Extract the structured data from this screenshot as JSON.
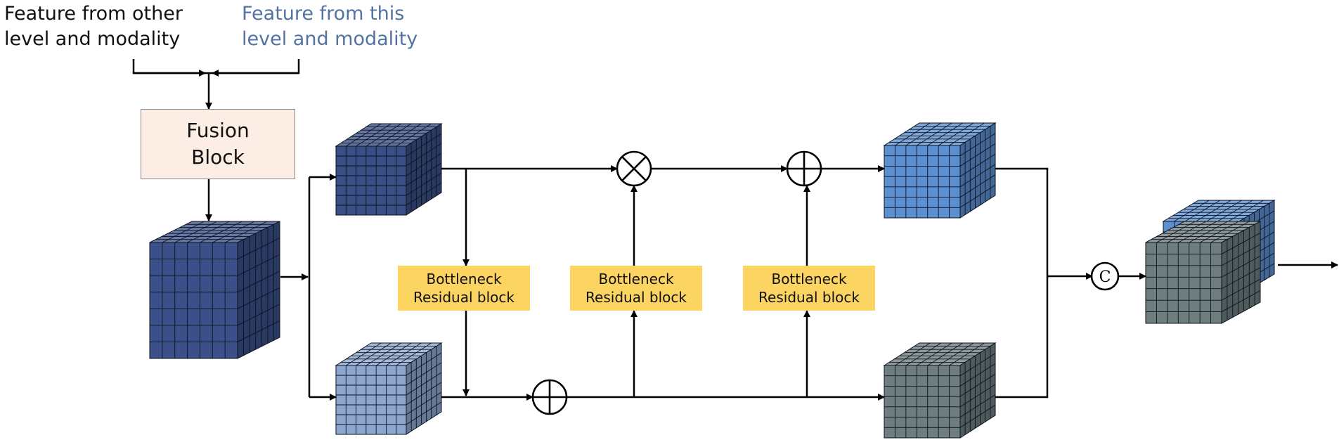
{
  "inputs": {
    "other_line1": "Feature from other",
    "other_line2": "level and modality",
    "this_line1": "Feature from this",
    "this_line2": "level and modality",
    "other_color": "#111111",
    "this_color": "#5373a3"
  },
  "fusion_block": {
    "line1": "Fusion",
    "line2": "Block",
    "fill": "#fdeee5"
  },
  "residual_blocks": [
    {
      "line1": "Bottleneck",
      "line2": "Residual block"
    },
    {
      "line1": "Bottleneck",
      "line2": "Residual block"
    },
    {
      "line1": "Bottleneck",
      "line2": "Residual block"
    }
  ],
  "residual_block_fill": "#fcd462",
  "operators": {
    "multiply": "⊗",
    "add": "⊕",
    "concat": "C"
  },
  "cube_colors": {
    "dark_blue": "#3b4f88",
    "medium_blue": "#3a4f86",
    "light_blue": "#8da7cf",
    "bright_blue": "#5b8fd0",
    "gray": "#6e7d7e"
  }
}
